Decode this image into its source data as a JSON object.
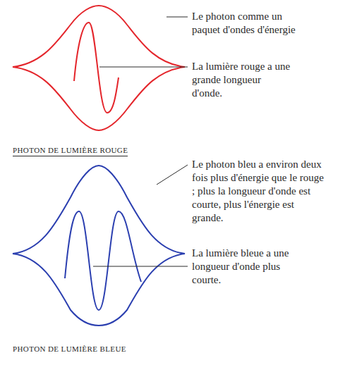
{
  "diagram": {
    "labels": [
      "Le photon comme un paquet d'ondes d'énergie",
      "La lumière rouge a une grande longueur d'onde.",
      "PHOTON DE LUMIÈRE ROUGE",
      "Le photon bleu a environ deux fois plus d'énergie que le rouge ; plus la longueur d'onde est courte, plus l'énergie est grande.",
      "La lumière bleue a une longueur d'onde plus courte.",
      "PHOTON DE LUMIÈRE BLEUE"
    ]
  }
}
